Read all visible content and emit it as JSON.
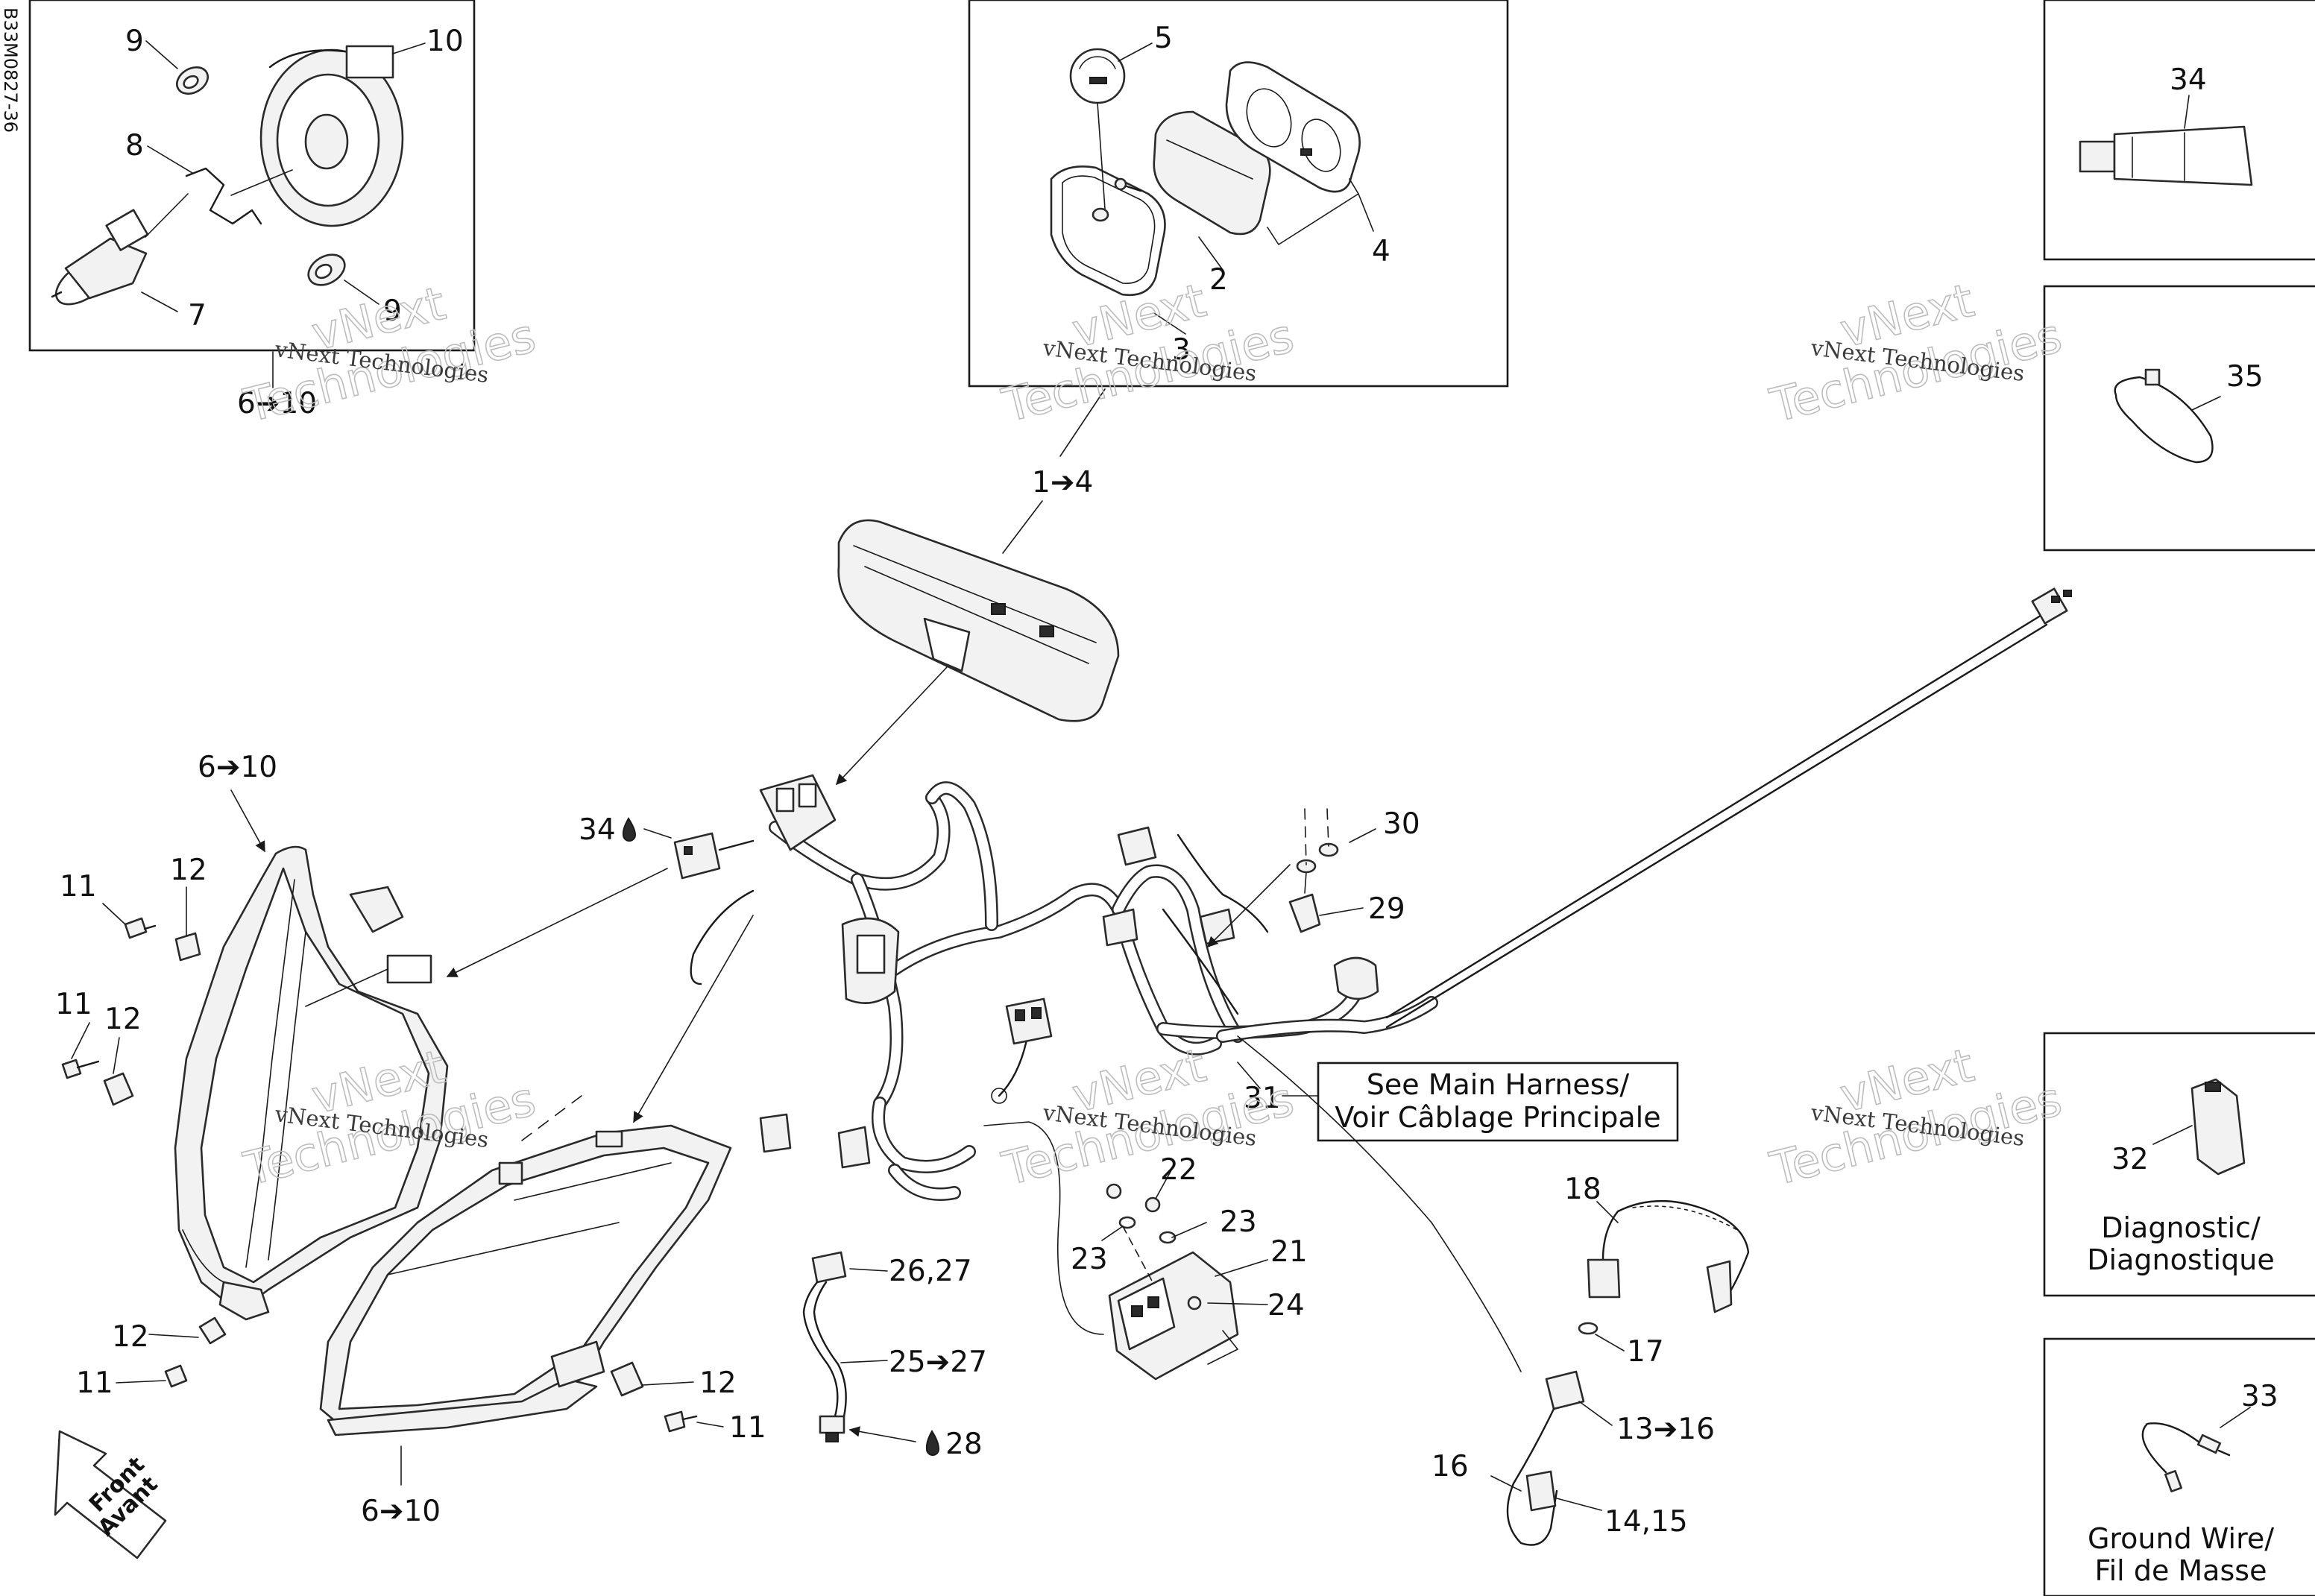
{
  "drawing_code": "B33M0827-36",
  "callouts": {
    "c9a": "9",
    "c10": "10",
    "c8": "8",
    "c7": "7",
    "c9b": "9",
    "c6to10_top": "6➔10",
    "c5": "5",
    "c2": "2",
    "c4": "4",
    "c3": "3",
    "c1to4": "1➔4",
    "c34_box": "34",
    "c35": "35",
    "c6to10_mid": "6➔10",
    "c34_drop": "34",
    "c30": "30",
    "c29": "29",
    "c11a": "11",
    "c12a": "12",
    "c11b": "11",
    "c12b": "12",
    "c31": "31",
    "c22": "22",
    "c23a": "23",
    "c23b": "23",
    "c21": "21",
    "c24": "24",
    "c26_27": "26,27",
    "c25to27": "25➔27",
    "c28": "28",
    "c12c": "12",
    "c11c": "11",
    "c12d": "12",
    "c11d": "11",
    "c6to10_bot": "6➔10",
    "c18": "18",
    "c17": "17",
    "c13to16": "13➔16",
    "c16": "16",
    "c14_15": "14,15",
    "c32": "32",
    "c33": "33"
  },
  "notes": {
    "main_harness_line1": "See Main Harness/",
    "main_harness_line2": "Voir Câblage Principale",
    "diagnostic_line1": "Diagnostic/",
    "diagnostic_line2": "Diagnostique",
    "ground_line1": "Ground Wire/",
    "ground_line2": "Fil de Masse"
  },
  "front_arrow": {
    "line1": "Front",
    "line2": "Avant"
  },
  "watermark": {
    "line1": "vNext Technologies",
    "line2": "Technologies",
    "line3": "vNext"
  },
  "colors": {
    "line": "#1a1a1a",
    "part_fill": "#f2f2f2",
    "watermark": "#bdbdbd"
  }
}
